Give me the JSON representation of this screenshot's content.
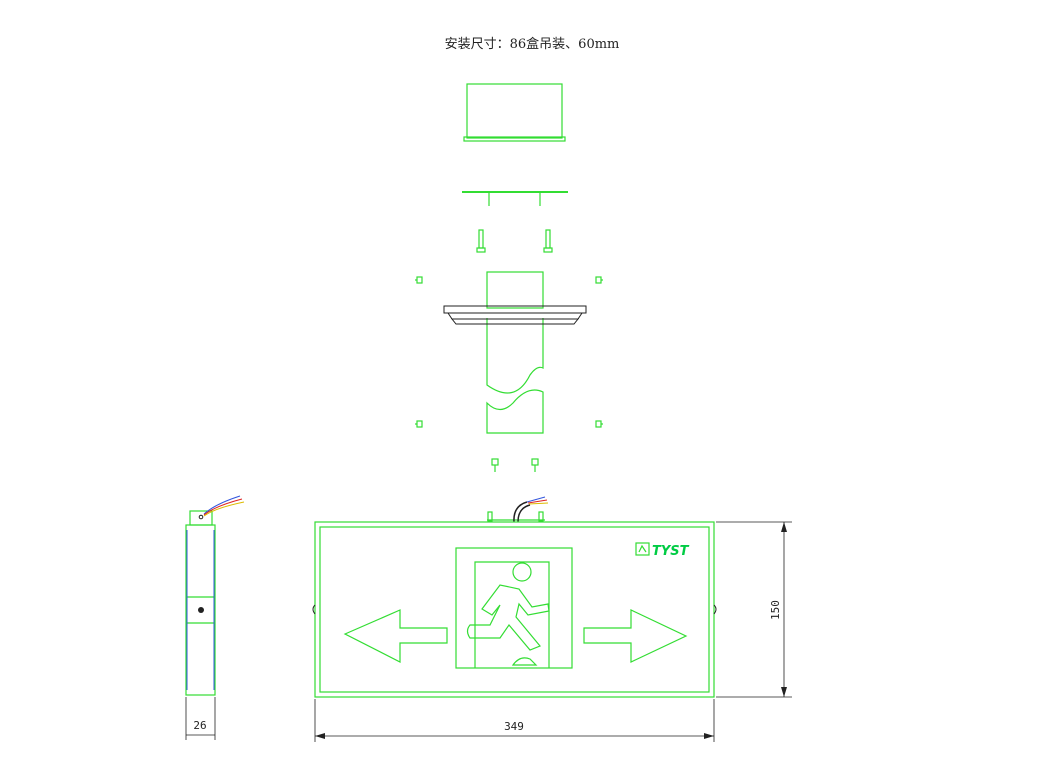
{
  "title": "安装尺寸：86盒吊装、60mm",
  "dimensions": {
    "width": "349",
    "height": "150",
    "depth": "26"
  },
  "logo": {
    "text": "TYST",
    "icon": "eco-box-icon"
  },
  "colors": {
    "outline": "#33dd33",
    "dimension_lines": "#222222",
    "background": "#ffffff"
  }
}
